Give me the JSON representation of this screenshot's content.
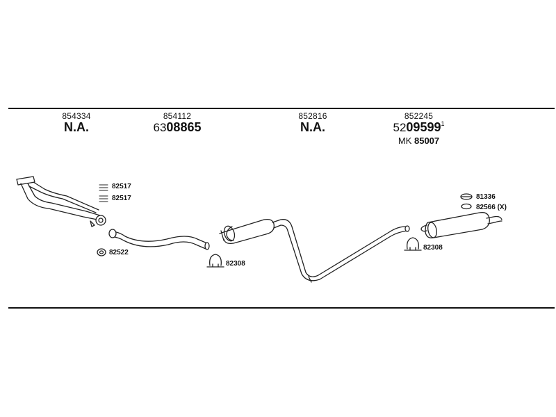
{
  "columns": [
    {
      "part_no": "854334",
      "status": "N.A."
    },
    {
      "part_no": "854112",
      "prefix": "63",
      "main": "08865"
    },
    {
      "part_no": "852816",
      "status": "N.A."
    },
    {
      "part_no": "852245",
      "prefix": "52",
      "main": "09599",
      "superscript": "1",
      "kit_prefix": "MK",
      "kit_main": "85007"
    }
  ],
  "hardware": [
    {
      "code": "82517"
    },
    {
      "code": "82517"
    },
    {
      "code": "82522"
    },
    {
      "code": "82308"
    },
    {
      "code": "81336"
    },
    {
      "code": "82566 (X)"
    },
    {
      "code": "82308"
    }
  ]
}
